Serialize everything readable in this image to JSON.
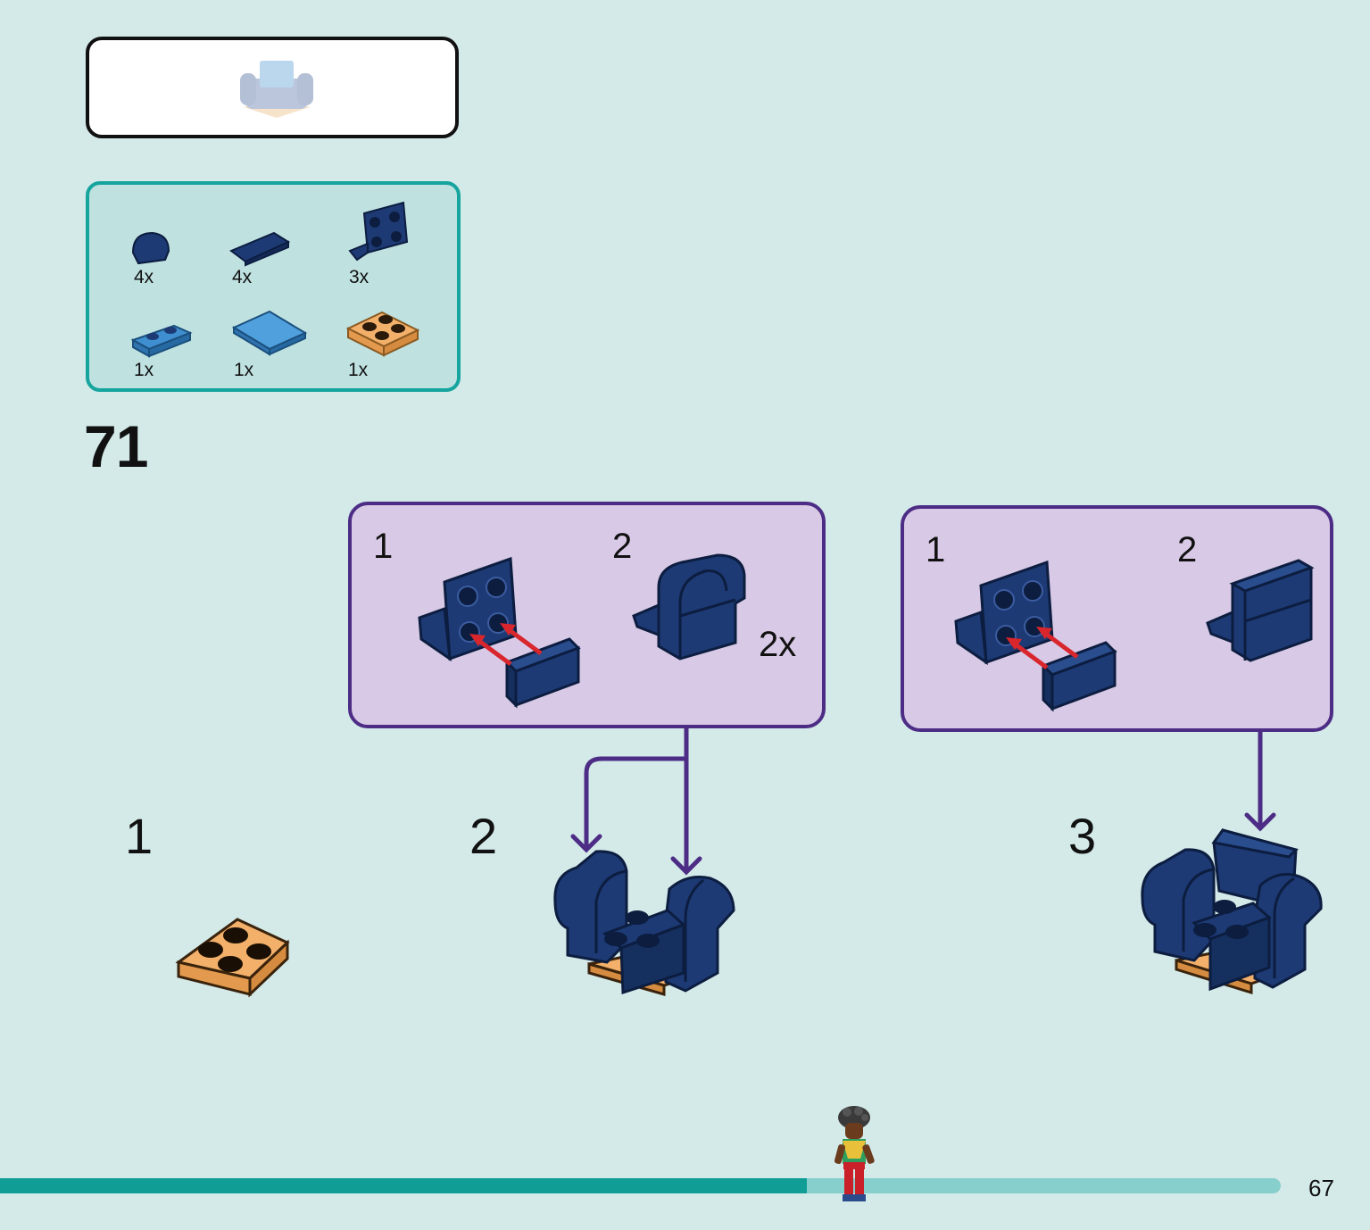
{
  "step": {
    "number": "71"
  },
  "parts": [
    {
      "name": "1x2 curved slope",
      "qty": "4x",
      "color": "#1d3a74"
    },
    {
      "name": "1x2 tile",
      "qty": "4x",
      "color": "#1d3a74"
    },
    {
      "name": "bracket 1x2 - 2x2",
      "qty": "3x",
      "color": "#1d3a74"
    },
    {
      "name": "1x2 plate",
      "qty": "1x",
      "color": "#3f8fd0"
    },
    {
      "name": "2x2 tile",
      "qty": "1x",
      "color": "#3f8fd0"
    },
    {
      "name": "2x2 plate",
      "qty": "1x",
      "color": "#f2b06a"
    }
  ],
  "callout_a": {
    "sub1": "1",
    "sub2": "2",
    "multiplier": "2x"
  },
  "callout_b": {
    "sub1": "1",
    "sub2": "2"
  },
  "substeps": [
    {
      "label": "1"
    },
    {
      "label": "2"
    },
    {
      "label": "3"
    }
  ],
  "page_number": "67",
  "progress": {
    "fraction": 0.63
  },
  "colors": {
    "background": "#d3eae9",
    "brick_dark_blue": "#1d3a74",
    "brick_light_blue": "#3f8fd0",
    "brick_orange": "#f2b06a",
    "callout_border": "#4d2c85",
    "callout_fill": "#d8c9e6",
    "parts_border": "#15a49e",
    "arrow_red": "#d8262c",
    "progress": "#0f9d96"
  }
}
